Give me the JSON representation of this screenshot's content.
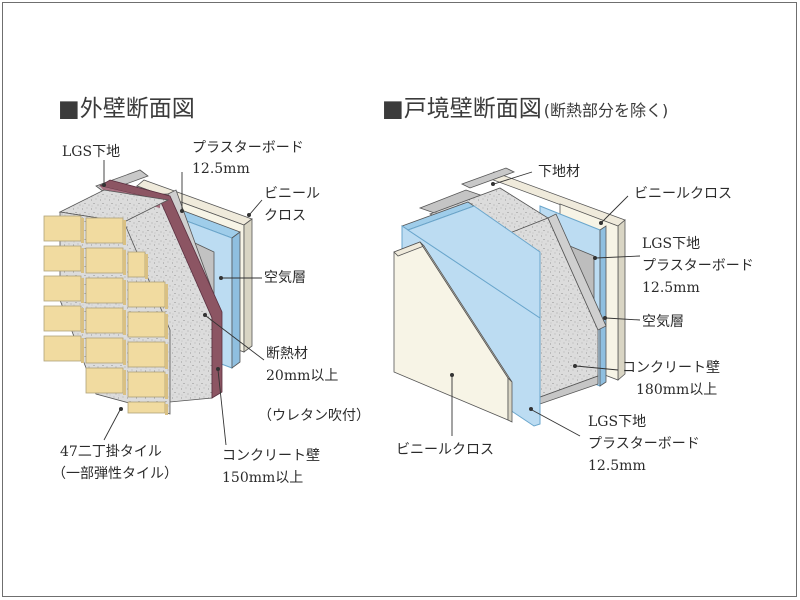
{
  "colors": {
    "tile": "#f1dba0",
    "tile_grout": "#b0a27a",
    "concrete": "#dcdcdc",
    "concrete_dots": "#8a8a8a",
    "insulation": "#8c5563",
    "board": "#bcdcf2",
    "board_edge": "#6aa6cc",
    "vinyl": "#f7f4e6",
    "stud": "#b9b9b9",
    "base": "#d8d8d8"
  },
  "exterior": {
    "title": "■外壁断面図",
    "labels": {
      "lgs": "LGS下地",
      "plaster_1": "プラスターボード",
      "plaster_2": "12.5mm",
      "vinyl_1": "ビニール",
      "vinyl_2": "クロス",
      "air": "空気層",
      "insul_1": "断熱材",
      "insul_2": "20mm以上",
      "insul_3": "（ウレタン吹付）",
      "tile_1": "47二丁掛タイル",
      "tile_2": "（一部弾性タイル）",
      "conc_1": "コンクリート壁",
      "conc_2": "150mm以上"
    }
  },
  "party": {
    "title_main": "■戸境壁断面図",
    "title_note": "(断熱部分を除く)",
    "labels": {
      "base": "下地材",
      "vinyl_r": "ビニールクロス",
      "lgs_r_1": "LGS下地",
      "lgs_r_2": "プラスターボード",
      "lgs_r_3": "12.5mm",
      "air": "空気層",
      "conc_1": "コンクリート壁",
      "conc_2": "180mm以上",
      "lgs_l_1": "LGS下地",
      "lgs_l_2": "プラスターボード",
      "lgs_l_3": "12.5mm",
      "vinyl_l": "ビニールクロス"
    }
  }
}
